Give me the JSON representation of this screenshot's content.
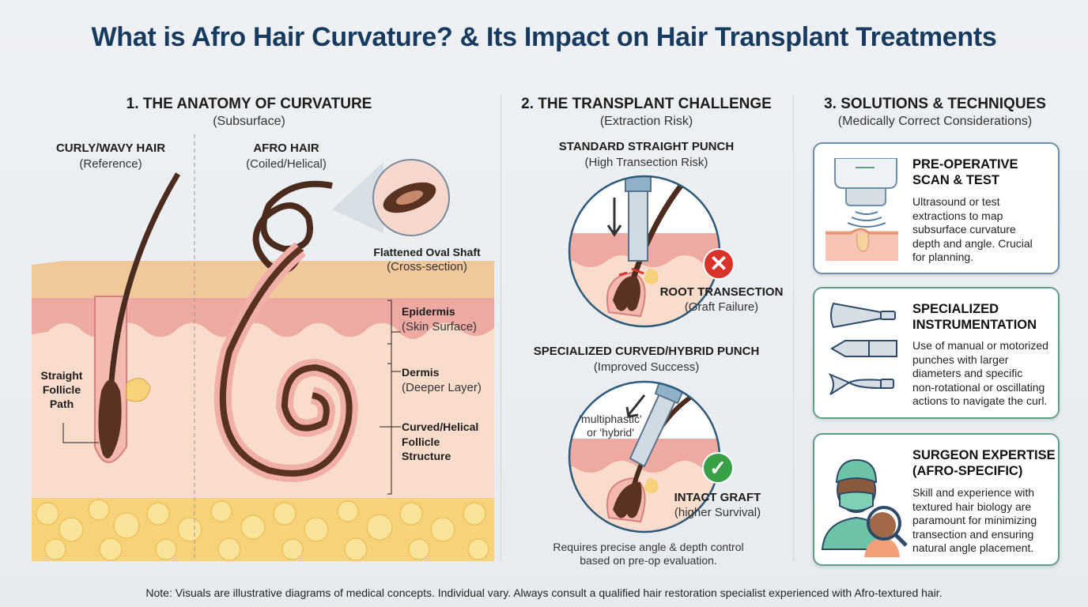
{
  "title": "What is Afro Hair Curvature? & Its Impact on Hair Transplant Treatments",
  "section1": {
    "heading": "1. THE ANATOMY OF CURVATURE",
    "subheading": "(Subsurface)",
    "curly": {
      "label": "CURLY/WAVY HAIR",
      "sub": "(Reference)"
    },
    "afro": {
      "label": "AFRO HAIR",
      "sub": "(Coiled/Helical)"
    },
    "cross_section": {
      "label": "Flattened Oval Shaft",
      "sub": "(Cross-section)"
    },
    "straight_path": "Straight Follicle Path",
    "epidermis": {
      "label": "Epidermis",
      "sub": "(Skin Surface)"
    },
    "dermis": {
      "label": "Dermis",
      "sub": "(Deeper Layer)"
    },
    "helical": "Curved/Helical Follicle Structure"
  },
  "section2": {
    "heading": "2. THE TRANSPLANT CHALLENGE",
    "subheading": "(Extraction Risk)",
    "standard": {
      "label": "STANDARD STRAIGHT PUNCH",
      "sub": "(High Transection Risk)",
      "result": "ROOT TRANSECTION",
      "result_sub": "(Graft Failure)",
      "icon": "x-icon",
      "color": "#d9342b"
    },
    "specialized": {
      "label": "SPECIALIZED CURVED/HYBRID PUNCH",
      "sub": "(Improved Success)",
      "tag1": "'multiphastic'",
      "tag2": "or 'hybrid'",
      "result": "INTACT GRAFT",
      "result_sub": "(higher Survival)",
      "icon": "check-icon",
      "color": "#3aa048"
    },
    "footer1": "Requires precise angle & depth control",
    "footer2": "based on pre-op evaluation."
  },
  "section3": {
    "heading": "3. SOLUTIONS & TECHNIQUES",
    "subheading": "(Medically Correct Considerations)",
    "cards": [
      {
        "title1": "PRE-OPERATIVE",
        "title2": "SCAN & TEST",
        "body": [
          "Ultrasound or test",
          "extractions to map",
          "subsurface curvature",
          "depth and angle. Crucial",
          "for planning."
        ],
        "icon": "ultrasound-probe-icon"
      },
      {
        "title1": "SPECIALIZED",
        "title2": "INSTRUMENTATION",
        "body": [
          "Use of manual or motorized",
          "punches with larger",
          "diameters and specific",
          "non-rotational or oscillating",
          "actions to navigate the curl."
        ],
        "icon": "punch-tools-icon"
      },
      {
        "title1": "SURGEON EXPERTISE",
        "title2": "(AFRO-SPECIFIC)",
        "body": [
          "Skill and experience with",
          "textured hair biology are",
          "paramount for minimizing",
          "transection and ensuring",
          "natural angle placement."
        ],
        "icon": "surgeon-icon"
      }
    ]
  },
  "note": "Note: Visuals are illustrative diagrams of medical concepts. Individual vary. Always consult a qualified hair restoration specialist experienced with Afro-textured hair."
}
